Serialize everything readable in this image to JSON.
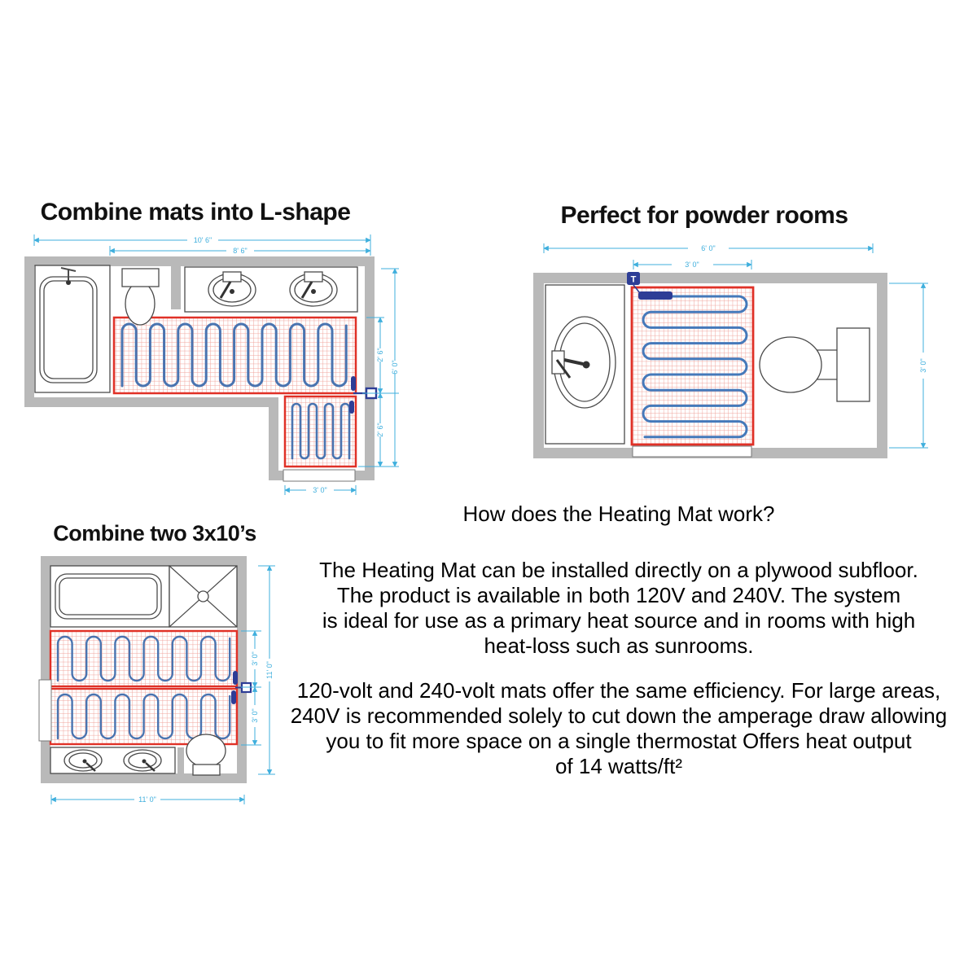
{
  "colors": {
    "wall": "#b9b9b9",
    "mat_border": "#e03127",
    "mat_grid": "#f0a49c",
    "cable_blue": "#4a74b0",
    "power_lead_blue": "#2d3d96",
    "dimension_cyan": "#3fafdd",
    "text": "#000000"
  },
  "diagrams": {
    "l_shape": {
      "title": "Combine mats into L-shape",
      "dims": {
        "top_outer": "10' 6\"",
        "top_inner": "8' 6\"",
        "right_upper": "2' 6\"",
        "right_lower": "2' 6\"",
        "right_outer": "6' 0\"",
        "bottom": "3' 0\""
      }
    },
    "powder": {
      "title": "Perfect for powder rooms",
      "thermostat_label": "T",
      "dims": {
        "top_outer": "6' 0\"",
        "top_inner": "3' 0\"",
        "right": "3' 0\""
      }
    },
    "two_mats": {
      "title": "Combine two 3x10’s",
      "dims": {
        "right_upper": "3' 0\"",
        "right_lower": "3' 0\"",
        "right_outer": "11' 0\"",
        "bottom": "11' 0\""
      }
    }
  },
  "info": {
    "heading": "How does the Heating Mat work?",
    "para1_lines": [
      "The Heating Mat can be installed directly on a plywood subfloor.",
      "The product is available in both 120V and 240V. The system",
      "is ideal for use as a primary heat source and in rooms with high",
      "heat-loss such as sunrooms."
    ],
    "para2_lines": [
      "120-volt and 240-volt mats offer the same efficiency. For large areas,",
      "240V is recommended solely to cut down the amperage draw allowing",
      "you to fit more space on a single thermostat Offers heat output",
      "of 14 watts/ft²"
    ]
  }
}
